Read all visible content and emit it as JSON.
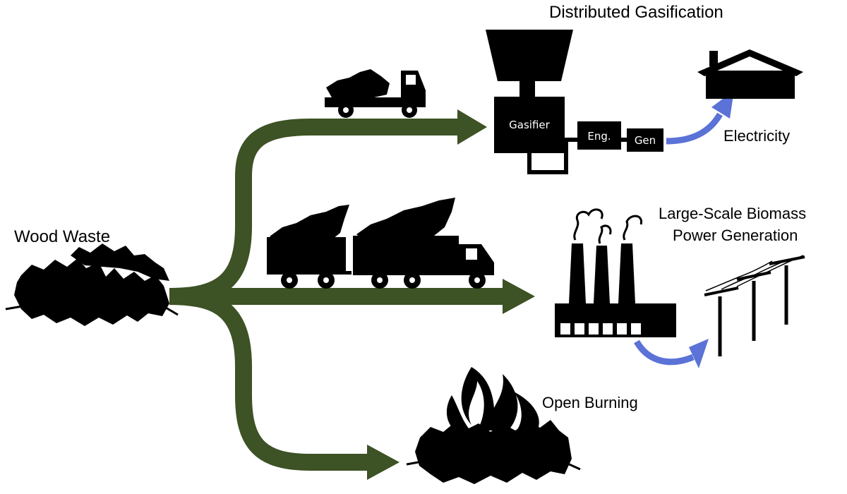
{
  "labels": {
    "source": "Wood Waste",
    "distributed": "Distributed Gasification",
    "gasifier": "Gasifier",
    "engine": "Eng.",
    "generator": "Gen",
    "electricity": "Electricity",
    "large_scale_line1": "Large-Scale Biomass",
    "large_scale_line2": "Power Generation",
    "open_burning": "Open Burning"
  },
  "colors": {
    "flow_arrow": "#3d5225",
    "electricity_arrow": "#5b72d6",
    "silhouette": "#000000"
  },
  "icons": [
    "wood-pile-icon",
    "pickup-truck-icon",
    "logging-truck-icon",
    "gasifier-hopper-icon",
    "house-icon",
    "factory-icon",
    "power-lines-icon",
    "fire-icon"
  ]
}
